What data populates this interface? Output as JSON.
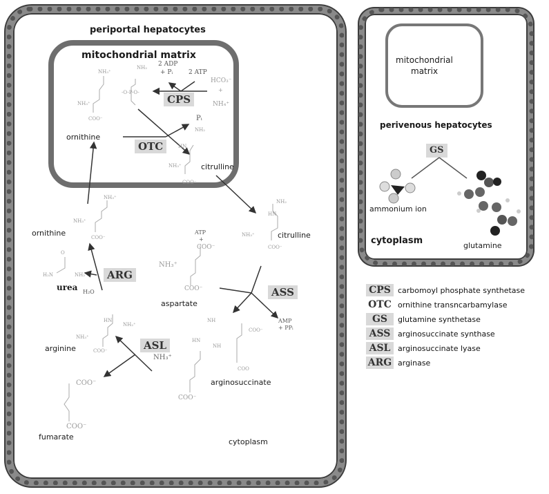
{
  "periportal": {
    "title": "periportal hepatocytes",
    "mito_title": "mitochondrial matrix",
    "cytoplasm_label": "cytoplasm",
    "metabolites": {
      "ornithine_mito": "ornithine",
      "citrulline_mito": "citrulline",
      "ornithine_cyto": "ornithine",
      "citrulline_cyto": "citrulline",
      "urea": "urea",
      "aspartate": "aspartate",
      "arginine": "arginine",
      "arginosuccinate": "arginosuccinate",
      "fumarate": "fumarate"
    },
    "cofactors": {
      "adp": "2 ADP",
      "pi_plus": "+ Pᵢ",
      "atp2": "2 ATP",
      "hco3": "HCO₃⁻",
      "plus": "+",
      "nh4": "NH₄⁺",
      "pi": "Pᵢ",
      "atp": "ATP",
      "atp_plus": "+",
      "amp": "AMP",
      "ppi": "+ PPᵢ",
      "h2o": "H₂O"
    },
    "enzymes": {
      "cps": "CPS",
      "otc": "OTC",
      "arg": "ARG",
      "ass": "ASS",
      "asl": "ASL"
    }
  },
  "perivenous": {
    "mito_title_line1": "mitochondrial",
    "mito_title_line2": "matrix",
    "title": "perivenous hepatocytes",
    "enzyme": "GS",
    "ammonium": "ammonium ion",
    "glutamine": "glutamine",
    "cytoplasm_label": "cytoplasm"
  },
  "legend": [
    {
      "abbr": "CPS",
      "name": "carbomoyl phosphate synthetase"
    },
    {
      "abbr": "OTC",
      "name": "ornithine transncarbamylase"
    },
    {
      "abbr": "GS",
      "name": "glutamine synthetase"
    },
    {
      "abbr": "ASS",
      "name": "arginosuccinate synthase"
    },
    {
      "abbr": "ASL",
      "name": "arginosuccinate lyase"
    },
    {
      "abbr": "ARG",
      "name": "arginase"
    }
  ],
  "colors": {
    "enzyme_box": "#d9d9d9",
    "mito_border": "#6e6e6e",
    "membrane": "#8a8a8a",
    "arrow": "#333333"
  }
}
